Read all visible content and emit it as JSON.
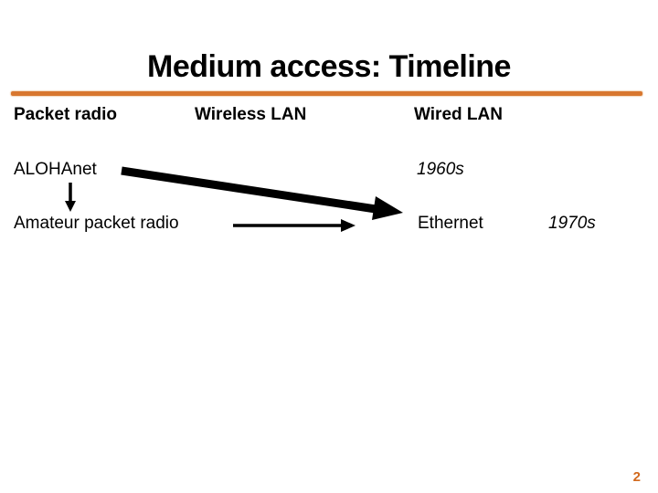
{
  "slide": {
    "title": "Medium access: Timeline",
    "page_number": "2"
  },
  "colors": {
    "accent_rule": "#d8772f",
    "page_number": "#d2691e",
    "text": "#000000"
  },
  "timeline": {
    "headers": [
      {
        "label": "Packet radio"
      },
      {
        "label": "Wireless LAN"
      },
      {
        "label": "Wired LAN"
      }
    ],
    "entries": {
      "alohanet": "ALOHAnet",
      "era_1960s": "1960s",
      "amateur_packet_radio": "Amateur packet radio",
      "ethernet": "Ethernet",
      "era_1970s": "1970s"
    },
    "arrows": [
      {
        "name": "alohanet-to-ethernet",
        "style": "thick-diagonal"
      },
      {
        "name": "alohanet-to-amateur-packet-radio",
        "style": "thin-vertical"
      },
      {
        "name": "amateur-packet-radio-to-ethernet",
        "style": "thin-horizontal"
      }
    ]
  }
}
